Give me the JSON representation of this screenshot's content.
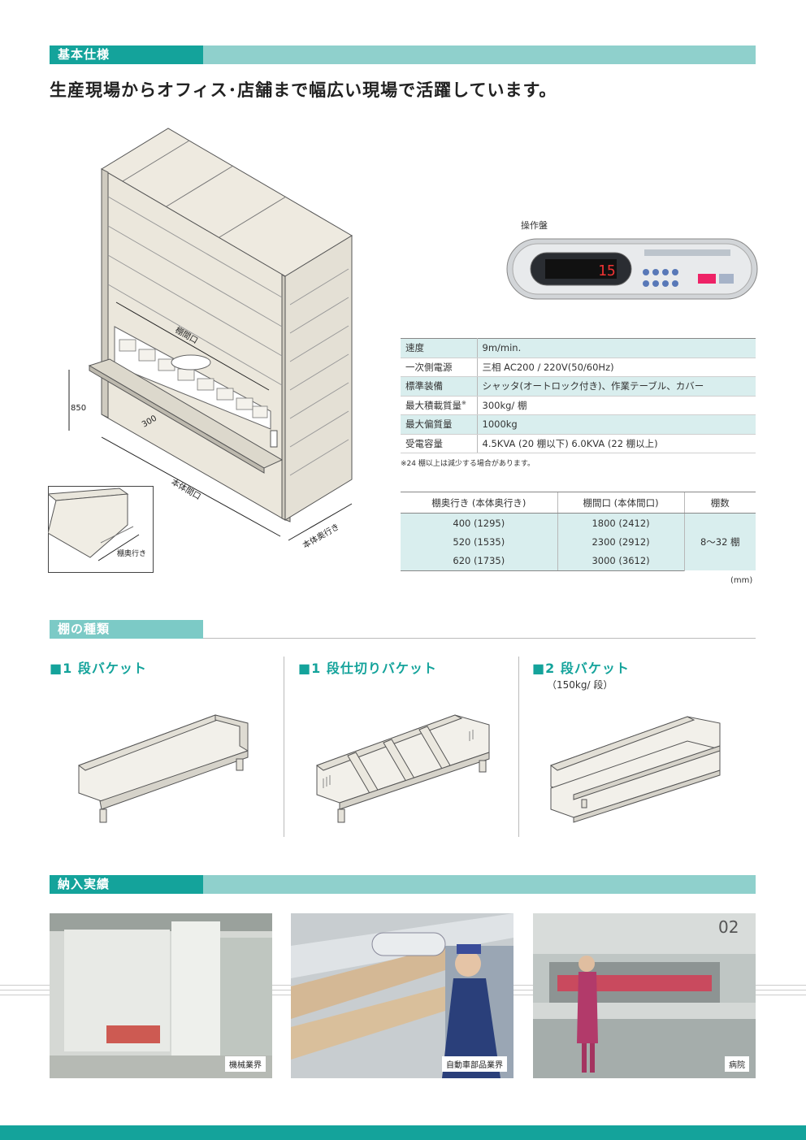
{
  "section1": {
    "title": "基本仕様",
    "headline": "生産現場からオフィス･店舗まで幅広い現場で活躍しています。"
  },
  "diagram": {
    "opening_label": "棚間口",
    "height_label": "850",
    "depth_label": "300",
    "body_width_label": "本体間口",
    "body_depth_label": "本体奥行き",
    "shelf_depth_label": "棚奥行き"
  },
  "control_panel": {
    "label": "操作盤",
    "display_value": "15"
  },
  "spec_table": [
    {
      "key": "速度",
      "value": "9m/min."
    },
    {
      "key": "一次側電源",
      "value": "三相 AC200 / 220V(50/60Hz)"
    },
    {
      "key": "標準装備",
      "value": "シャッタ(オートロック付き)、作業テーブル、カバー"
    },
    {
      "key": "最大積載質量",
      "sup": "※",
      "value": "300kg/ 棚"
    },
    {
      "key": "最大偏質量",
      "value": "1000kg"
    },
    {
      "key": "受電容量",
      "value": "4.5KVA (20 棚以下) 6.0KVA (22 棚以上)"
    }
  ],
  "spec_footnote": "※24 棚以上は減少する場合があります。",
  "dim_table": {
    "headers": [
      "棚奥行き (本体奥行き)",
      "棚間口 (本体間口)",
      "棚数"
    ],
    "rows": [
      {
        "depth": "400 (1295)",
        "width": "1800 (2412)"
      },
      {
        "depth": "520 (1535)",
        "width": "2300 (2912)"
      },
      {
        "depth": "620 (1735)",
        "width": "3000 (3612)"
      }
    ],
    "count": "8〜32 棚",
    "unit": "(mm)"
  },
  "section2": {
    "title": "棚の種類",
    "shelves": [
      {
        "title": "■1 段バケット"
      },
      {
        "title": "■1 段仕切りバケット"
      },
      {
        "title": "■2 段バケット",
        "note": "（150kg/ 段）"
      }
    ]
  },
  "section3": {
    "title": "納入実績",
    "photos": [
      {
        "label": "機械業界"
      },
      {
        "label": "自動車部品業界"
      },
      {
        "label": "病院"
      }
    ],
    "photo3_sign": "02"
  },
  "colors": {
    "accent": "#14a39b",
    "band": "#8fd0cc",
    "row": "#d9eeee",
    "heading": "#14a39b"
  }
}
